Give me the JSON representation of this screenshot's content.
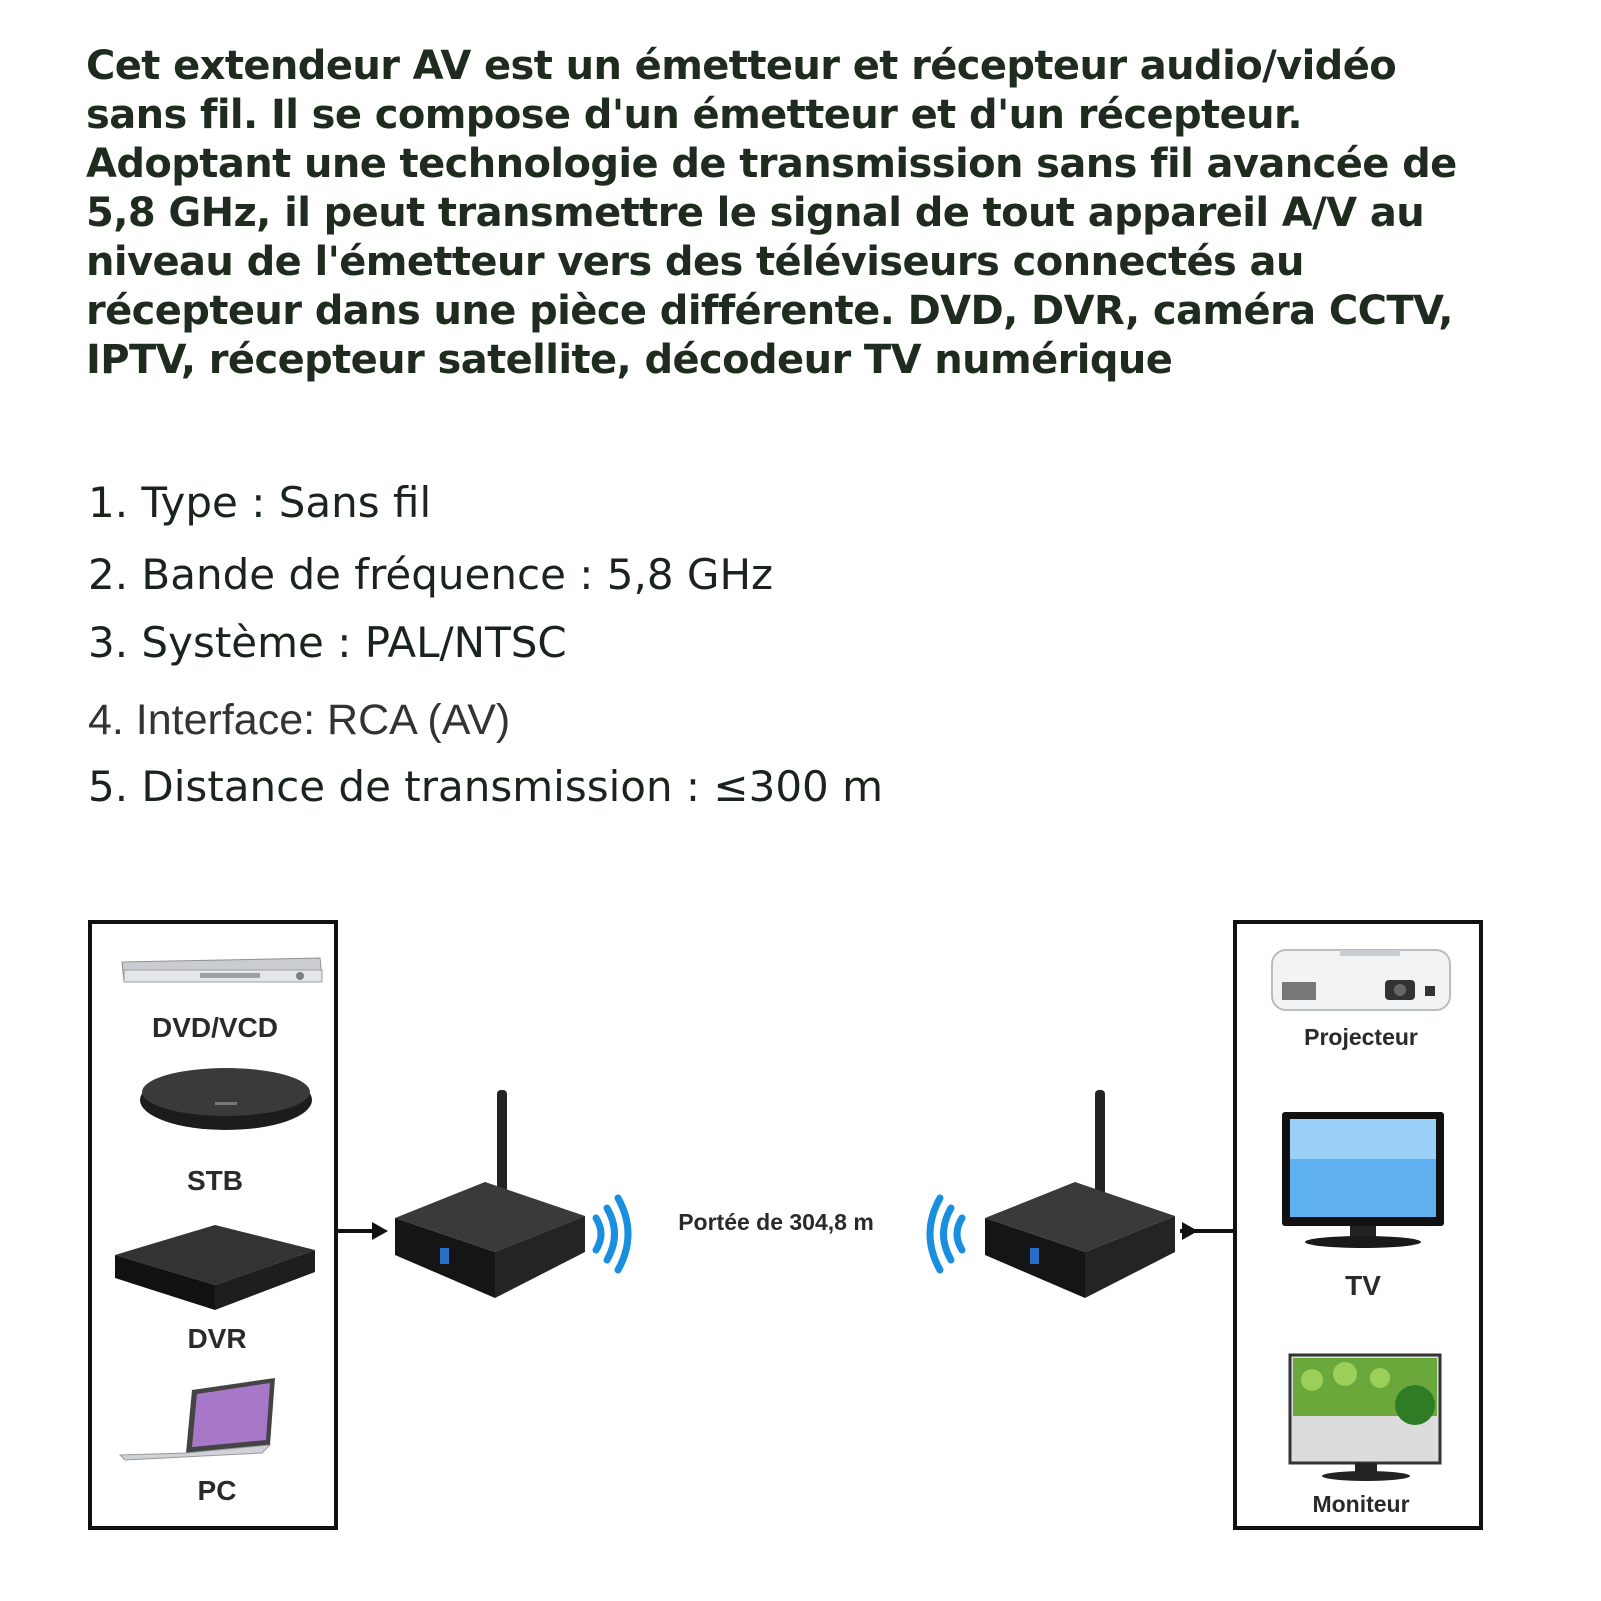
{
  "intro": "Cet extendeur AV est un émetteur et récepteur audio/vidéo sans fil. Il se compose d'un émetteur et d'un récepteur. Adoptant une technologie de transmission sans fil avancée de 5,8 GHz, il peut transmettre le signal de tout appareil A/V au niveau de l'émetteur vers des téléviseurs connectés au récepteur dans une pièce différente. DVD, DVR, caméra CCTV, IPTV, récepteur satellite, décodeur TV numérique",
  "specs": [
    "1. Type : Sans fil",
    "2. Bande de fréquence : 5,8 GHz",
    "3. Système : PAL/NTSC",
    "4. Interface: RCA (AV)",
    "5. Distance de transmission : ≤300 m"
  ],
  "diagram": {
    "sources": [
      "DVD/VCD",
      "STB",
      "DVR",
      "PC"
    ],
    "range_label": "Portée de 304,8 m",
    "outputs": [
      "Projecteur",
      "TV",
      "Moniteur"
    ],
    "colors": {
      "signal": "#1a8fe0",
      "device": "#2a2a2a",
      "frame": "#111111"
    }
  }
}
